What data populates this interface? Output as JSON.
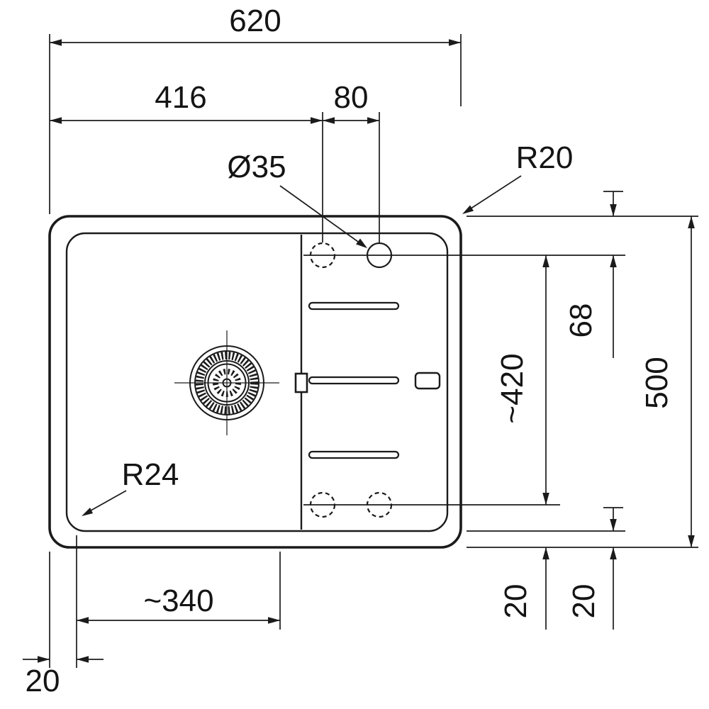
{
  "drawing": {
    "kind": "sink-dimension-drawing",
    "colors": {
      "line": "#1b1b1b",
      "background": "#ffffff"
    },
    "labels": {
      "overall_width": "620",
      "left_to_hole": "416",
      "hole_spacing": "80",
      "hole_diameter": "Ø35",
      "outer_corner_radius": "R20",
      "top_to_hole_line": "68",
      "hole_line_spacing": "~420",
      "overall_depth": "500",
      "bottom_offset_a": "20",
      "bottom_offset_b": "20",
      "bowl_corner_radius": "R24",
      "bowl_width": "~340",
      "rim_width": "20"
    }
  }
}
